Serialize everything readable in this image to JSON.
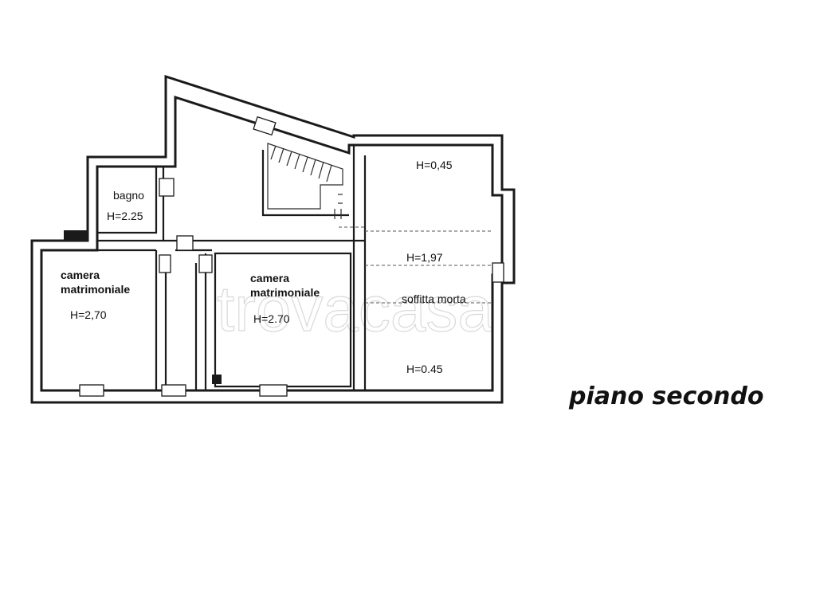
{
  "floor": {
    "caption": "piano secondo"
  },
  "watermark": {
    "text": "trovacasa"
  },
  "rooms": {
    "bagno": {
      "label": "bagno",
      "height": "H=2.25"
    },
    "camera_left": {
      "label_line1": "camera",
      "label_line2": "matrimoniale",
      "height": "H=2,70"
    },
    "camera_center": {
      "label_line1": "camera",
      "label_line2": "matrimoniale",
      "height": "H=2.70"
    },
    "soffitta": {
      "height_top": "H=0,45",
      "height_mid": "H=1,97",
      "label": "soffitta morta",
      "height_bottom": "H=0.45"
    }
  },
  "colors": {
    "wall": "#1a1a1a",
    "background": "#ffffff",
    "watermark": "#d9d9d9"
  }
}
